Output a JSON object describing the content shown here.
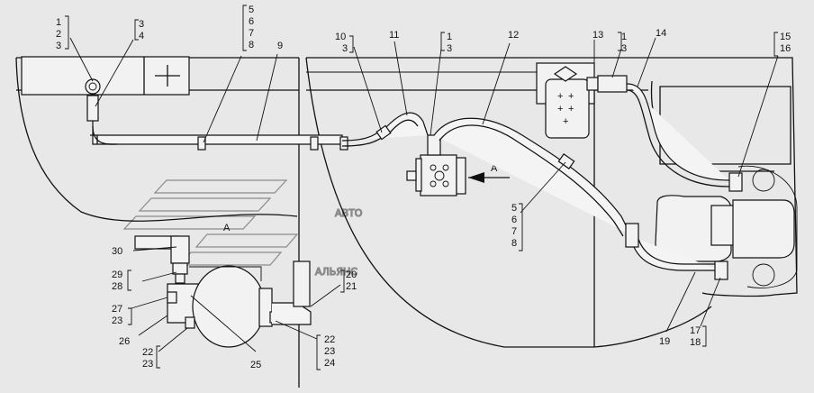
{
  "diagram": {
    "callouts": [
      {
        "id": "c1",
        "lines": [
          "1",
          "2",
          "3"
        ]
      },
      {
        "id": "c2",
        "lines": [
          "3",
          "4"
        ]
      },
      {
        "id": "c3",
        "lines": [
          "5",
          "6",
          "7",
          "8"
        ]
      },
      {
        "id": "c4",
        "lines": [
          "9"
        ]
      },
      {
        "id": "c5",
        "lines": [
          "10",
          "3"
        ]
      },
      {
        "id": "c6",
        "lines": [
          "11"
        ]
      },
      {
        "id": "c7",
        "lines": [
          "1",
          "3"
        ]
      },
      {
        "id": "c8",
        "lines": [
          "12"
        ]
      },
      {
        "id": "c9",
        "lines": [
          "13"
        ]
      },
      {
        "id": "c10",
        "lines": [
          "1",
          "3"
        ]
      },
      {
        "id": "c11",
        "lines": [
          "14"
        ]
      },
      {
        "id": "c12",
        "lines": [
          "15",
          "16"
        ]
      },
      {
        "id": "c13",
        "lines": [
          "5",
          "6",
          "7",
          "8"
        ]
      },
      {
        "id": "c14",
        "lines": [
          "30"
        ]
      },
      {
        "id": "c15",
        "lines": [
          "29",
          "28"
        ]
      },
      {
        "id": "c16",
        "lines": [
          "27",
          "23"
        ]
      },
      {
        "id": "c17",
        "lines": [
          "26"
        ]
      },
      {
        "id": "c18",
        "lines": [
          "22",
          "23"
        ]
      },
      {
        "id": "c19",
        "lines": [
          "25"
        ]
      },
      {
        "id": "c20",
        "lines": [
          "20",
          "21"
        ]
      },
      {
        "id": "c21",
        "lines": [
          "22",
          "23",
          "24"
        ]
      },
      {
        "id": "c22",
        "lines": [
          "19"
        ]
      },
      {
        "id": "c23",
        "lines": [
          "17",
          "18"
        ]
      }
    ],
    "view_labels": [
      {
        "id": "v1",
        "text": "A"
      },
      {
        "id": "v2",
        "text": "A"
      }
    ],
    "watermark": {
      "line1": "АВТО",
      "line2": "АЛЬЯНС"
    }
  }
}
